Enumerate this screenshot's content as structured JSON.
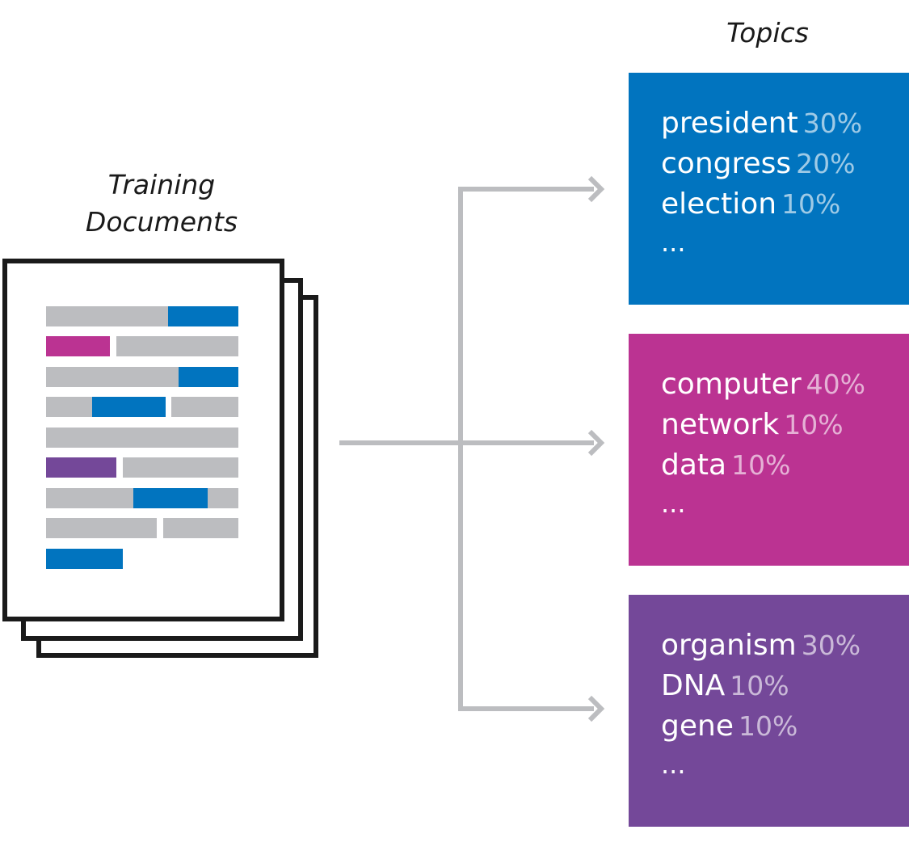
{
  "titles": {
    "training": [
      "Training",
      "Documents"
    ],
    "topics": "Topics"
  },
  "colors": {
    "blue": "#0174bf",
    "magenta": "#bb3392",
    "purple": "#744899",
    "gray_bar": "#bcbdc0",
    "connector": "#bcbdc0",
    "outline": "#1a1a1a"
  },
  "topics": [
    {
      "color": "#0174bf",
      "words": [
        {
          "word": "president",
          "pct": "30%"
        },
        {
          "word": "congress",
          "pct": "20%"
        },
        {
          "word": "election",
          "pct": "10%"
        }
      ],
      "ellipsis": "..."
    },
    {
      "color": "#bb3392",
      "words": [
        {
          "word": "computer",
          "pct": "40%"
        },
        {
          "word": "network",
          "pct": "10%"
        },
        {
          "word": "data",
          "pct": "10%"
        }
      ],
      "ellipsis": "..."
    },
    {
      "color": "#744899",
      "words": [
        {
          "word": "organism",
          "pct": "30%"
        },
        {
          "word": "DNA",
          "pct": "10%"
        },
        {
          "word": "gene",
          "pct": "10%"
        }
      ],
      "ellipsis": "..."
    }
  ]
}
